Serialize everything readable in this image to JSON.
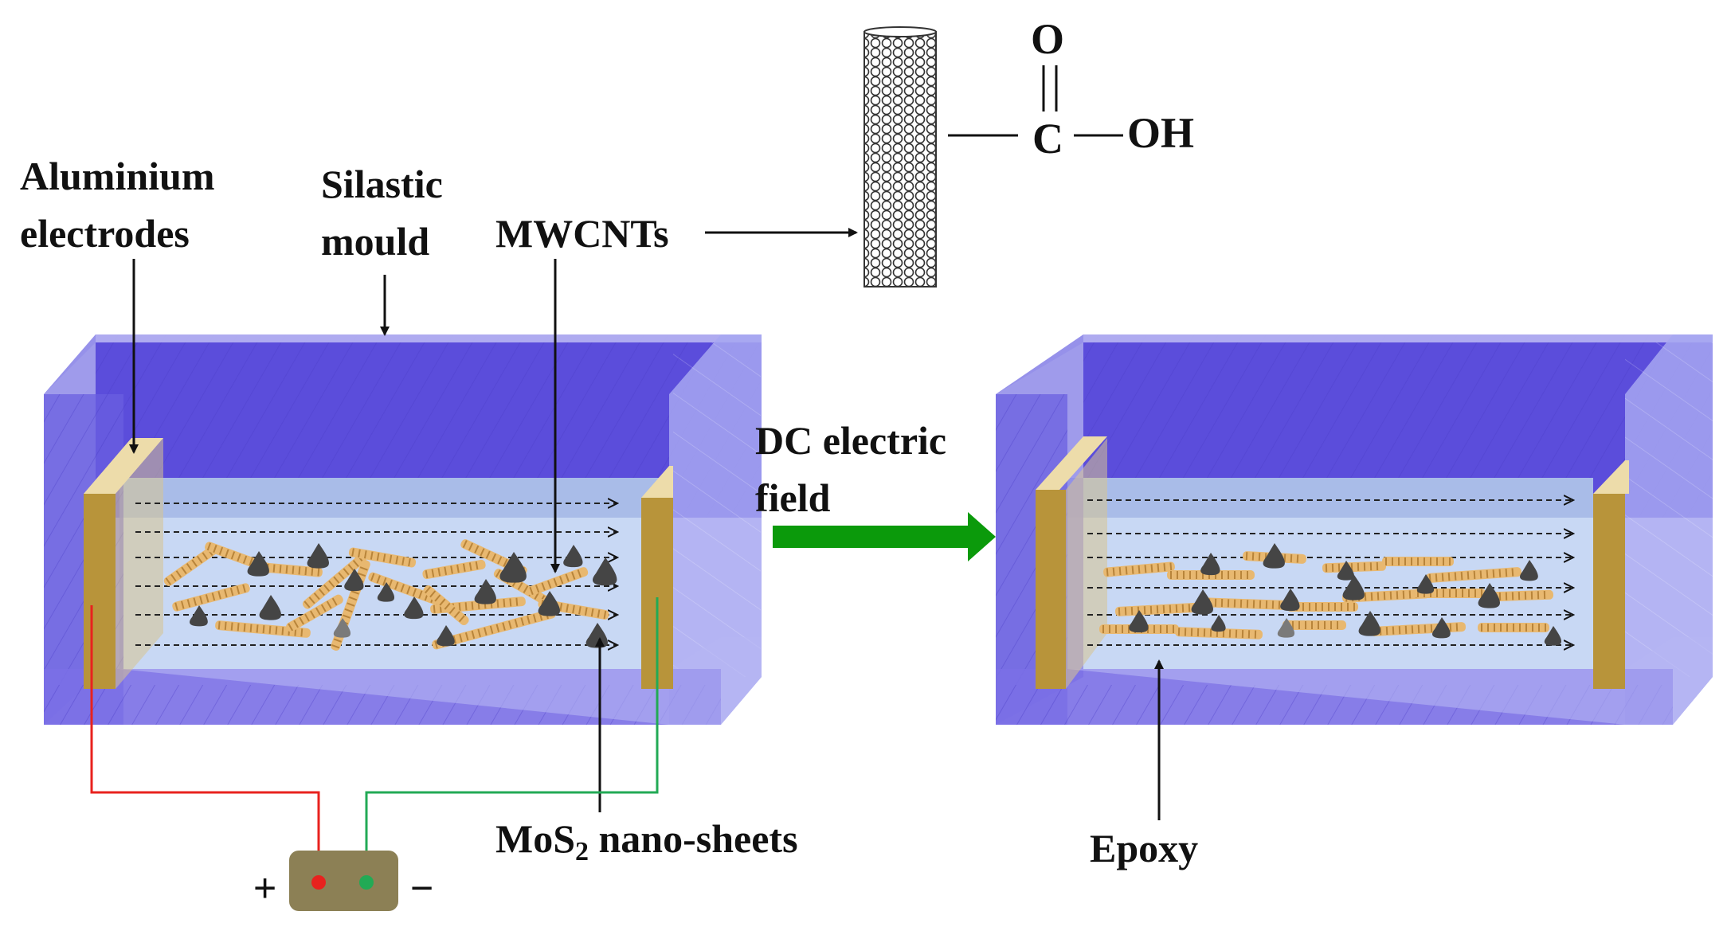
{
  "labels": {
    "aluminium_line1": "Aluminium",
    "aluminium_line2": "electrodes",
    "silastic_line1": "Silastic",
    "silastic_line2": "mould",
    "mwcnts": "MWCNTs",
    "dc_line1": "DC electric",
    "dc_line2": "field",
    "mos2_main": "MoS",
    "mos2_sub": "2",
    "mos2_rest": " nano-sheets",
    "epoxy": "Epoxy"
  },
  "chemistry": {
    "oxygen": "O",
    "carbon": "C",
    "hydroxyl": "OH"
  },
  "power_supply": {
    "positive": "+",
    "negative": "−"
  },
  "colors": {
    "mould_dark": "#5b4ddb",
    "mould_light": "#9f9ff0",
    "electrode": "#b8943a",
    "electrode_top": "#eddcaa",
    "nanotube": "#e8b870",
    "sheet": "#454545",
    "arrow_green": "#0b9a0b",
    "wire_red": "#e8221e",
    "wire_green": "#22aa55",
    "power_box": "#8c8055"
  }
}
